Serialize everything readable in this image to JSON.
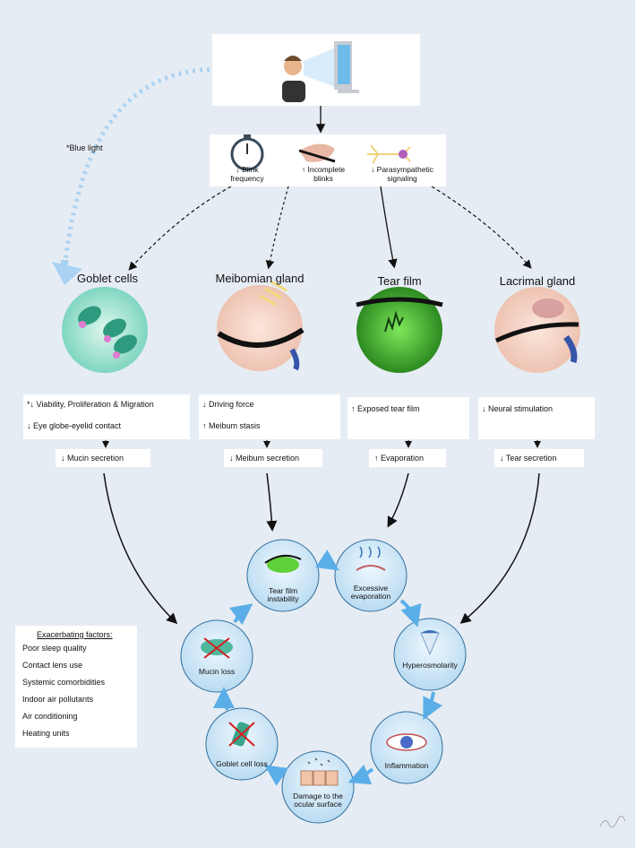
{
  "blue_light_label": "*Blue light",
  "top_factors": [
    {
      "arrow": "↓",
      "text": "Blink\nfrequency"
    },
    {
      "arrow": "↑",
      "text": "Incomplete\nblinks"
    },
    {
      "arrow": "↓",
      "text": "Parasympathetic\nsignaling"
    }
  ],
  "columns": [
    {
      "title": "Goblet cells",
      "line1": "*↓ Viability, Proliferation & Migration",
      "line2": "↓ Eye globe-eyelid contact",
      "result": "↓ Mucin secretion"
    },
    {
      "title": "Meibomian gland",
      "line1": "↓ Driving force",
      "line2": "↑ Meibum stasis",
      "result": "↓ Meibum secretion"
    },
    {
      "title": "Tear film",
      "line1": "↑ Exposed tear film",
      "line2": "",
      "result": "↑ Evaporation"
    },
    {
      "title": "Lacrimal gland",
      "line1": "↓ Neural stimulation",
      "line2": "",
      "result": "↓ Tear secretion"
    }
  ],
  "cycle": [
    {
      "label": "Tear film\ninstability"
    },
    {
      "label": "Excessive\nevaporation"
    },
    {
      "label": "Hyperosmolarity"
    },
    {
      "label": "Inflammation"
    },
    {
      "label": "Damage to the\nocular surface"
    },
    {
      "label": "Goblet cell loss"
    },
    {
      "label": "Mucin loss"
    }
  ],
  "exacerbating": {
    "title": "Exacerbating factors:",
    "items": [
      "Poor sleep quality",
      "Contact lens use",
      "Systemic comorbidities",
      "Indoor air pollutants",
      "Air conditioning",
      "Heating units"
    ]
  },
  "colors": {
    "background": "#e6ecf3",
    "cycle_arrow": "#5aaee8",
    "circle_fill": "#cfe6f7",
    "circle_stroke": "#2e6e9e"
  }
}
